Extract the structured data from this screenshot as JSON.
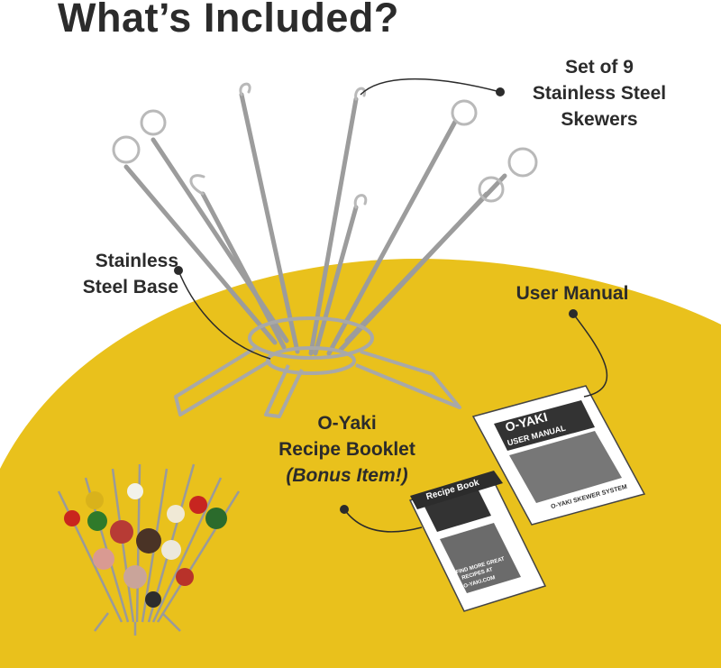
{
  "title": "What’s Included?",
  "labels": {
    "skewers": [
      "Set of 9",
      "Stainless Steel",
      "Skewers"
    ],
    "base": [
      "Stainless",
      "Steel Base"
    ],
    "manual": "User Manual",
    "booklet": [
      "O-Yaki",
      "Recipe Booklet",
      "(Bonus Item!)"
    ]
  },
  "manual_cover": {
    "brand": "O-YAKI",
    "heading": "USER MANUAL",
    "footer": "O-YAKI SKEWER SYSTEM"
  },
  "booklet_cover": {
    "heading": "Recipe Book",
    "promo": [
      "FIND MORE GREAT",
      "RECIPES AT",
      "O-YAKI.COM"
    ]
  },
  "colors": {
    "yellow": "#e9c11c",
    "text": "#2b2b2b",
    "steel": "#b9b9b9",
    "leader": "#2b2b2b"
  }
}
